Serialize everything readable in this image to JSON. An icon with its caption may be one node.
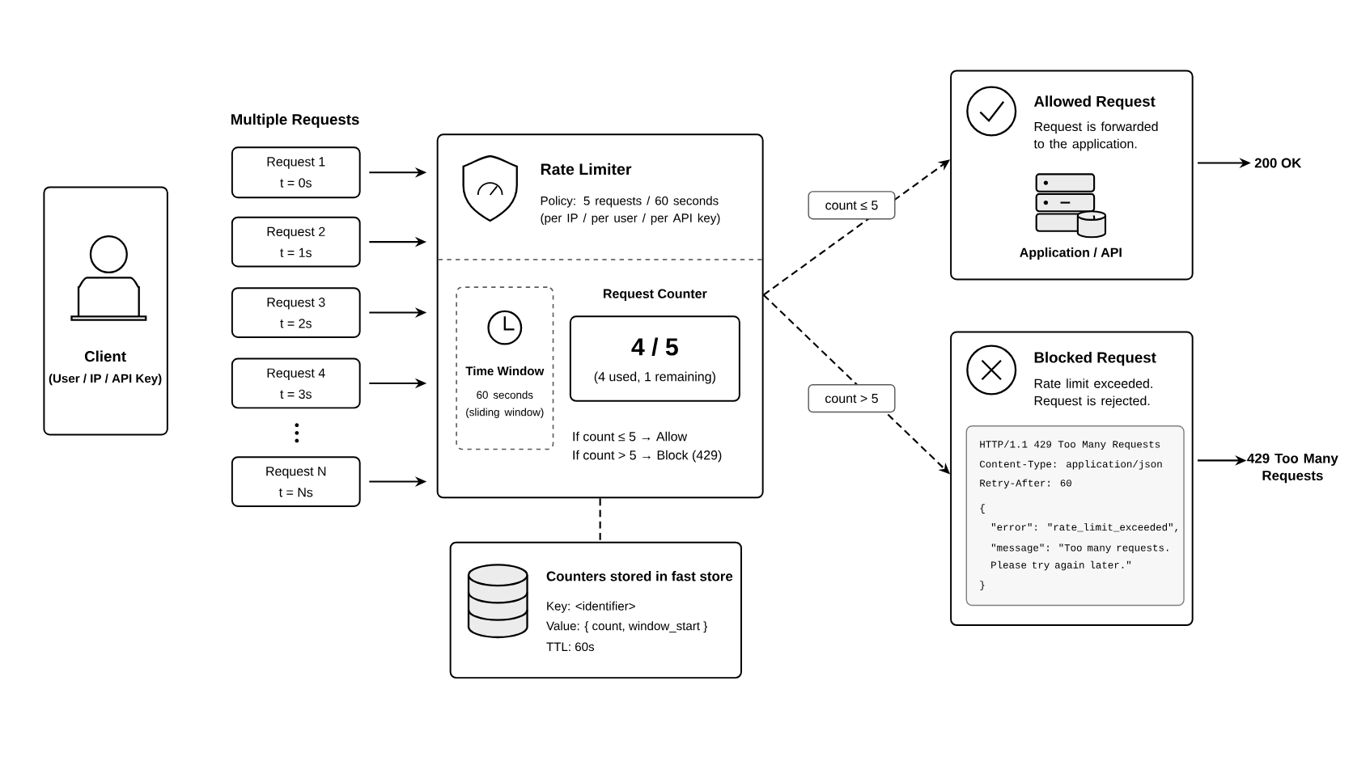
{
  "diagram": {
    "nodes": [
      {
        "text": [
          "Client",
          "(User / IP / API Key)"
        ]
      },
      {
        "text": [
          "Request 1",
          "t = 0s"
        ]
      },
      {
        "text": [
          "Request 2",
          "t = 1s"
        ]
      },
      {
        "text": [
          "Request 3",
          "t = 2s"
        ]
      },
      {
        "text": [
          "Request 4",
          "t = 3s"
        ]
      },
      {
        "text": [
          "Request N",
          "t = Ns"
        ]
      },
      {
        "text": [
          "Rate Limiter",
          "Policy: 5 requests / 60 seconds (per IP / per user / per API key)",
          "If count ≤ 5 → Allow",
          "If count > 5 → Block (429)"
        ]
      },
      {
        "text": [
          "Time Window",
          "60 seconds (sliding window)"
        ],
        "in": 6
      },
      {
        "text": [
          "Request Counter",
          "4 / 5",
          "(4 used, 1 remaining)"
        ],
        "in": 6
      },
      {
        "text": [
          "Allowed Request",
          "Request is forwarded to the application.",
          "Application / API"
        ]
      },
      {
        "text": [
          "200 OK"
        ]
      },
      {
        "text": [
          "Blocked Request",
          "Rate limit exceeded. Request is rejected."
        ]
      },
      {
        "text": [
          "HTTP/1.1 429 Too Many Requests",
          "Content-Type: application/json",
          "Retry-After: 60",
          "{",
          "\"error\": \"rate_limit_exceeded\",",
          "\"message\": \"Too many requests. Please try again later.\"",
          "}"
        ],
        "in": 11
      },
      {
        "text": [
          "429 Too Many Requests"
        ]
      },
      {
        "text": [
          "Counters stored in fast store",
          "Key: <identifier>",
          "Value: { count, window_start }",
          "TTL: 60s"
        ]
      }
    ],
    "edges": [
      {
        "from": 1,
        "to": 6,
        "arrow": "to"
      },
      {
        "from": 2,
        "to": 6,
        "arrow": "to"
      },
      {
        "from": 3,
        "to": 6,
        "arrow": "to"
      },
      {
        "from": 4,
        "to": 6,
        "arrow": "to"
      },
      {
        "from": 5,
        "to": 6,
        "arrow": "to"
      },
      {
        "from": 6,
        "to": 9,
        "arrow": "to",
        "label": "count ≤ 5",
        "style": "dashed"
      },
      {
        "from": 6,
        "to": 11,
        "arrow": "to",
        "label": "count > 5",
        "style": "dashed"
      },
      {
        "from": 9,
        "to": 10,
        "arrow": "to"
      },
      {
        "from": 11,
        "to": 13,
        "arrow": "to"
      },
      {
        "from": 6,
        "to": 14,
        "arrow": "none",
        "style": "dashed"
      }
    ],
    "labels": [
      "Multiple Requests"
    ]
  }
}
